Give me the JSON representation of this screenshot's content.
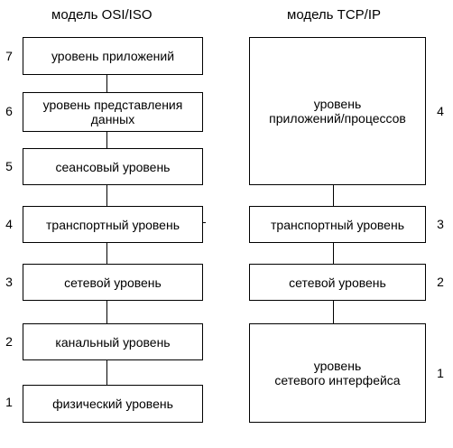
{
  "osi": {
    "title": "модель OSI/ISO",
    "layers": [
      {
        "num": "7",
        "label": "уровень приложений"
      },
      {
        "num": "6",
        "label": "уровень представления\nданных"
      },
      {
        "num": "5",
        "label": "сеансовый уровень"
      },
      {
        "num": "4",
        "label": "транспортный уровень"
      },
      {
        "num": "3",
        "label": "сетевой уровень"
      },
      {
        "num": "2",
        "label": "канальный уровень"
      },
      {
        "num": "1",
        "label": "физический уровень"
      }
    ]
  },
  "tcpip": {
    "title": "модель TCP/IP",
    "layers": [
      {
        "num": "4",
        "label": "уровень\nприложений/процессов"
      },
      {
        "num": "3",
        "label": "транспортный уровень"
      },
      {
        "num": "2",
        "label": "сетевой уровень"
      },
      {
        "num": "1",
        "label": "уровень\nсетевого интерфейса"
      }
    ]
  }
}
